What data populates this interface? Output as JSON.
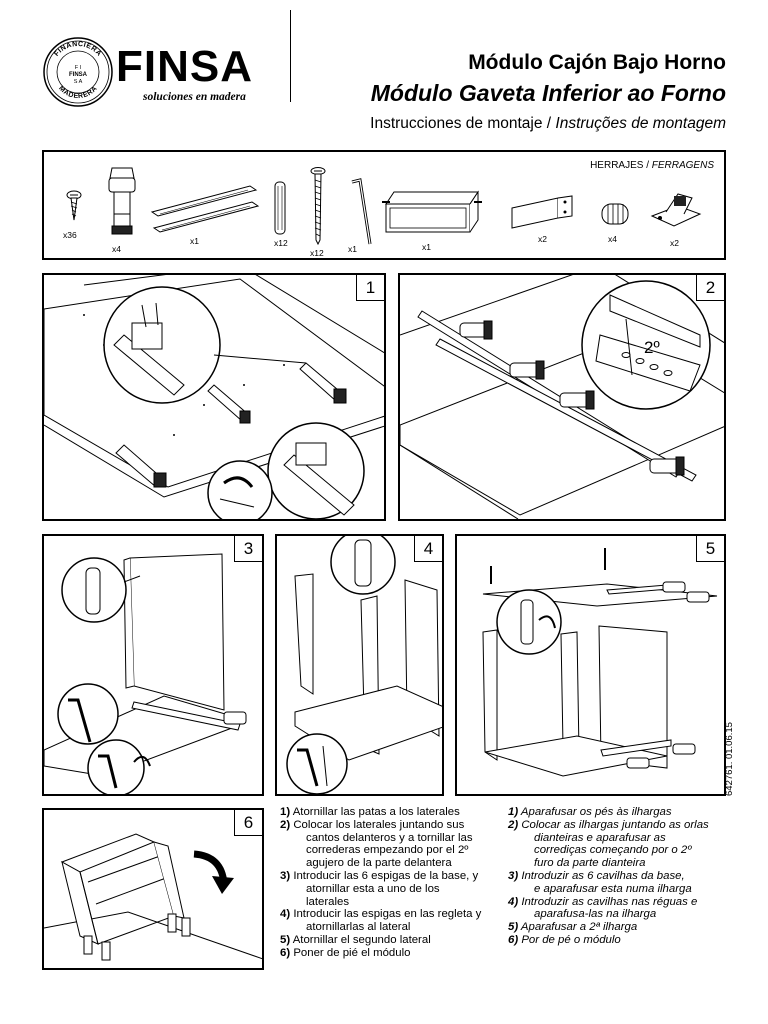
{
  "header": {
    "brand": "FINSA",
    "tagline": "soluciones en madera",
    "logo_ring_text": "FINANCIERA MADERERA",
    "logo_center_text": "FINSA",
    "title_es": "Módulo Cajón Bajo Horno",
    "title_pt": "Módulo Gaveta Inferior ao Forno",
    "subtitle_es": "Instrucciones  de montaje / ",
    "subtitle_pt": "Instruções de montagem"
  },
  "hardware": {
    "title_es": "HERRAJES / ",
    "title_pt": "FERRAGENS",
    "items": [
      {
        "name": "screw-small",
        "qty": "x36",
        "icon": "screw-icon"
      },
      {
        "name": "leg",
        "qty": "x4",
        "icon": "leg-icon"
      },
      {
        "name": "rails",
        "qty": "x1",
        "icon": "rail-icon"
      },
      {
        "name": "dowel",
        "qty": "x12",
        "icon": "dowel-icon"
      },
      {
        "name": "screw-long",
        "qty": "x12",
        "icon": "long-screw-icon"
      },
      {
        "name": "allen-key",
        "qty": "x1",
        "icon": "allen-key-icon"
      },
      {
        "name": "drawer",
        "qty": "x1",
        "icon": "drawer-icon"
      },
      {
        "name": "bracket",
        "qty": "x2",
        "icon": "bracket-icon"
      },
      {
        "name": "connector",
        "qty": "x4",
        "icon": "connector-icon"
      },
      {
        "name": "clip",
        "qty": "x2",
        "icon": "clip-icon"
      }
    ]
  },
  "panels": {
    "p1": "1",
    "p2": "2",
    "p3": "3",
    "p4": "4",
    "p5": "5",
    "p6": "6",
    "p2_callout": "2º"
  },
  "doc_code": "642761. 01.06.15",
  "instructions_es": [
    {
      "n": "1)",
      "lines": [
        "Atornillar las patas a los laterales"
      ]
    },
    {
      "n": "2)",
      "lines": [
        "Colocar los laterales juntando sus",
        "cantos delanteros y a tornillar las",
        "correderas empezando por el 2º",
        "agujero de la parte delantera"
      ]
    },
    {
      "n": "3)",
      "lines": [
        "Introducir las 6 espigas de la base, y",
        "atornillar esta a uno de los",
        "laterales"
      ]
    },
    {
      "n": "4)",
      "lines": [
        "Introducir las espigas en las regleta y",
        "atornillarlas al lateral"
      ]
    },
    {
      "n": "5)",
      "lines": [
        "Atornillar el segundo lateral"
      ]
    },
    {
      "n": "6)",
      "lines": [
        "Poner de pié el módulo"
      ]
    }
  ],
  "instructions_pt": [
    {
      "n": "1)",
      "lines": [
        "Aparafusar os pés às ilhargas"
      ]
    },
    {
      "n": "2)",
      "lines": [
        "Colocar as ilhargas juntando as orlas",
        "dianteiras e aparafusar as",
        "corrediças começando por o 2º",
        "furo da parte dianteira"
      ]
    },
    {
      "n": "3)",
      "lines": [
        "Introduzir as 6 cavilhas da base,",
        "e aparafusar esta numa ilharga"
      ]
    },
    {
      "n": "4)",
      "lines": [
        "Introduzir as cavilhas nas réguas e",
        "aparafusa-las na ilharga"
      ]
    },
    {
      "n": "5)",
      "lines": [
        "Aparafusar a 2ª ilharga"
      ]
    },
    {
      "n": "6)",
      "lines": [
        "Por de pé o módulo"
      ]
    }
  ]
}
